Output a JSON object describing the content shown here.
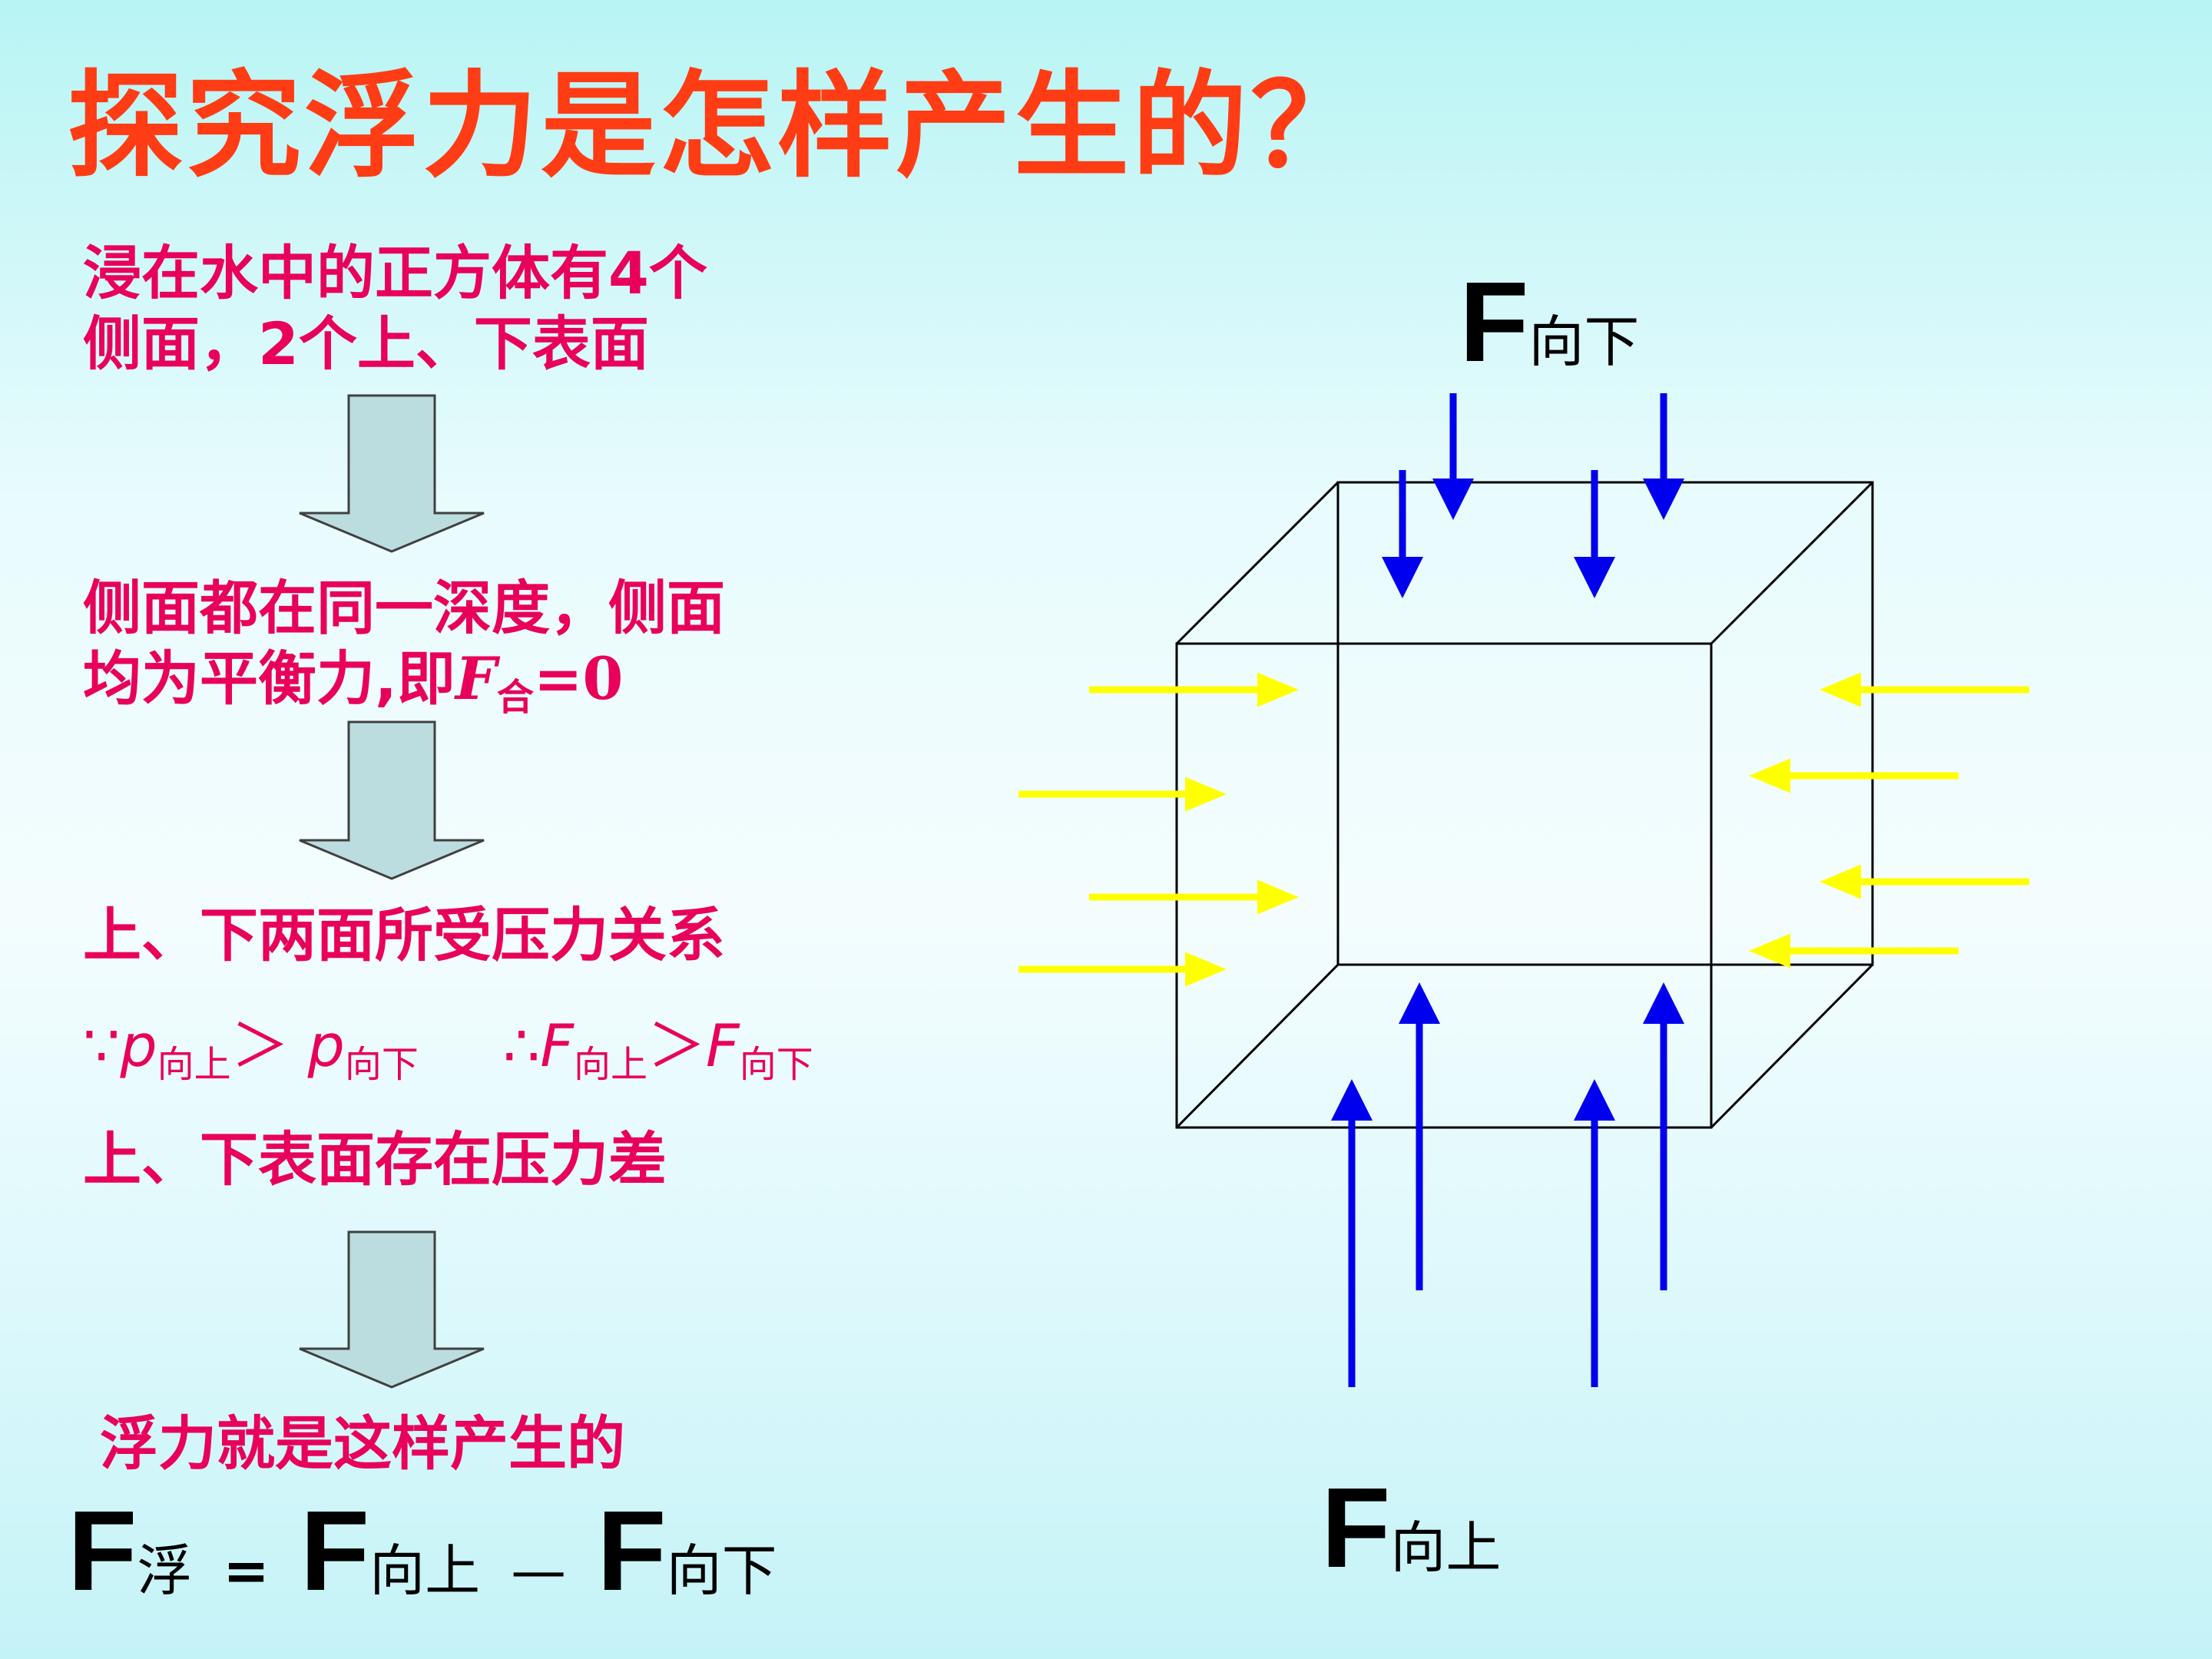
{
  "title": "探究浮力是怎样产生的？",
  "left": {
    "step1_line1": "浸在水中的正方体有4个",
    "step1_line2": "侧面，2个上、下表面",
    "step2_line1": "侧面都在同一深度，侧面",
    "step2_line2_text": "均为平衡力,即",
    "step2_F": "F",
    "step2_sub": "合",
    "step2_eq": "=0",
    "step3_line1": "上、下两面所受压力关系",
    "because_sym": "∵",
    "p": "p",
    "sub_up": "向上",
    "gt": "＞",
    "sub_down": "向下",
    "therefore_sym": "∴",
    "F": "F",
    "step3_line3": "上、下表面存在压力差",
    "conclusion": "浮力就是这样产生的"
  },
  "formula": {
    "F": "F",
    "sub_float": "浮",
    "eq": "=",
    "sub_up": "向上",
    "minus": "—",
    "sub_down": "向下"
  },
  "diagram": {
    "top_F": "F",
    "top_sub": "向下",
    "bottom_F": "F",
    "bottom_sub": "向上"
  },
  "colors": {
    "title": "#ff3c14",
    "text": "#e8005a",
    "arrow_block": "#bcdde0",
    "blue_arrow": "#0000ee",
    "yellow_arrow": "#ffff00"
  }
}
